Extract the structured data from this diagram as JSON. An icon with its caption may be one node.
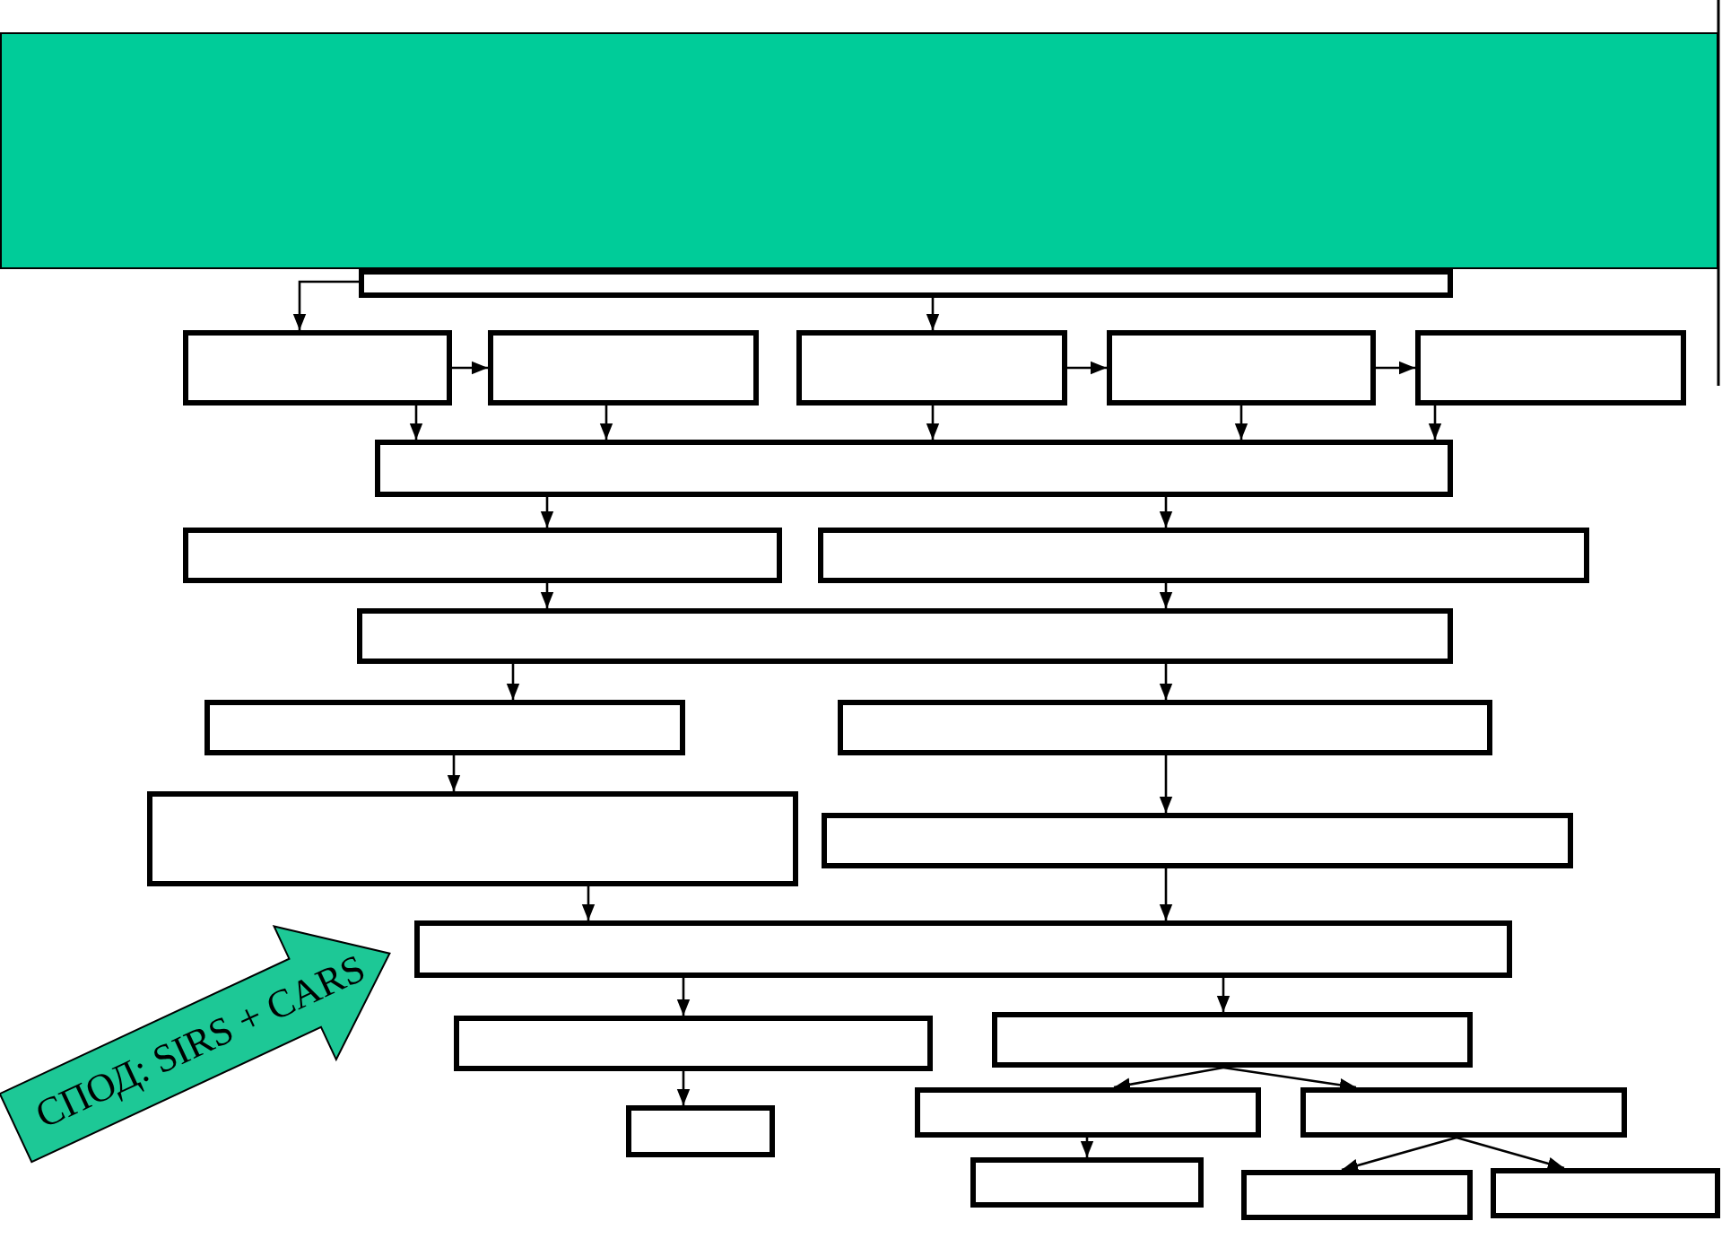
{
  "diagram": {
    "nodes": [
      {
        "text": [],
        "shape": "box"
      },
      {
        "text": [],
        "shape": "box"
      },
      {
        "text": [],
        "shape": "box"
      },
      {
        "text": [],
        "shape": "box"
      },
      {
        "text": [],
        "shape": "box"
      },
      {
        "text": [],
        "shape": "box"
      },
      {
        "text": [],
        "shape": "box"
      },
      {
        "text": [],
        "shape": "box"
      },
      {
        "text": [],
        "shape": "box"
      },
      {
        "text": [],
        "shape": "box"
      },
      {
        "text": [],
        "shape": "box"
      },
      {
        "text": [],
        "shape": "box"
      },
      {
        "text": [],
        "shape": "box"
      },
      {
        "text": [],
        "shape": "box"
      },
      {
        "text": [],
        "shape": "box"
      },
      {
        "text": [],
        "shape": "box"
      },
      {
        "text": [],
        "shape": "box"
      },
      {
        "text": [],
        "shape": "box"
      },
      {
        "text": [],
        "shape": "box"
      },
      {
        "text": [],
        "shape": "box"
      },
      {
        "text": [],
        "shape": "box"
      },
      {
        "text": [],
        "shape": "box"
      },
      {
        "text": [],
        "shape": "box"
      },
      {
        "text": [],
        "shape": "box"
      },
      {
        "text": [
          "СПОД: SIRS + CARS"
        ]
      }
    ],
    "edges": [
      {
        "from": 1,
        "to": 2,
        "arrow": "to"
      },
      {
        "from": 1,
        "to": 4,
        "arrow": "to"
      },
      {
        "from": 2,
        "to": 3,
        "arrow": "to"
      },
      {
        "from": 4,
        "to": 5,
        "arrow": "to"
      },
      {
        "from": 5,
        "to": 6,
        "arrow": "to"
      },
      {
        "from": 2,
        "to": 7,
        "arrow": "to"
      },
      {
        "from": 3,
        "to": 7,
        "arrow": "to"
      },
      {
        "from": 4,
        "to": 7,
        "arrow": "to"
      },
      {
        "from": 5,
        "to": 7,
        "arrow": "to"
      },
      {
        "from": 6,
        "to": 7,
        "arrow": "to"
      },
      {
        "from": 7,
        "to": 8,
        "arrow": "to"
      },
      {
        "from": 7,
        "to": 9,
        "arrow": "to"
      },
      {
        "from": 8,
        "to": 10,
        "arrow": "to"
      },
      {
        "from": 9,
        "to": 10,
        "arrow": "to"
      },
      {
        "from": 10,
        "to": 11,
        "arrow": "to"
      },
      {
        "from": 10,
        "to": 12,
        "arrow": "to"
      },
      {
        "from": 11,
        "to": 13,
        "arrow": "to"
      },
      {
        "from": 12,
        "to": 14,
        "arrow": "to"
      },
      {
        "from": 13,
        "to": 15,
        "arrow": "to"
      },
      {
        "from": 14,
        "to": 15,
        "arrow": "to"
      },
      {
        "from": 15,
        "to": 16,
        "arrow": "to"
      },
      {
        "from": 15,
        "to": 17,
        "arrow": "to"
      },
      {
        "from": 16,
        "to": 18,
        "arrow": "to"
      },
      {
        "from": 17,
        "to": 19,
        "arrow": "to"
      },
      {
        "from": 17,
        "to": 20,
        "arrow": "to"
      },
      {
        "from": 19,
        "to": 21,
        "arrow": "to"
      },
      {
        "from": 20,
        "to": 22,
        "arrow": "to"
      },
      {
        "from": 20,
        "to": 23,
        "arrow": "to"
      }
    ]
  }
}
